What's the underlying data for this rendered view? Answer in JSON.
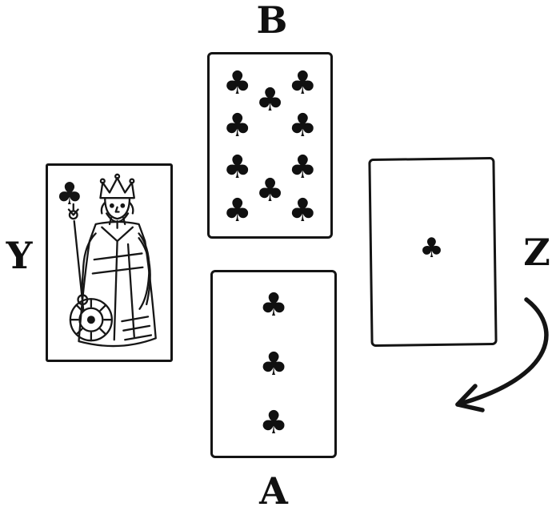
{
  "diagram": {
    "background": "#ffffff",
    "ink": "#141414"
  },
  "labels": {
    "top": "B",
    "left": "Y",
    "right": "Z",
    "bottom": "A"
  },
  "glyphs": {
    "club": "♣"
  },
  "cards": {
    "top": {
      "label": "B",
      "card": "10 of clubs",
      "pips": 10
    },
    "left": {
      "label": "Y",
      "card": "King of clubs",
      "figure": "king"
    },
    "right": {
      "label": "Z",
      "card": "Ace of clubs",
      "pips": 1
    },
    "bottom": {
      "label": "A",
      "card": "3 of clubs",
      "pips": 3
    }
  },
  "arrow": {
    "type": "curved-arrow",
    "direction": "counterclockwise"
  }
}
